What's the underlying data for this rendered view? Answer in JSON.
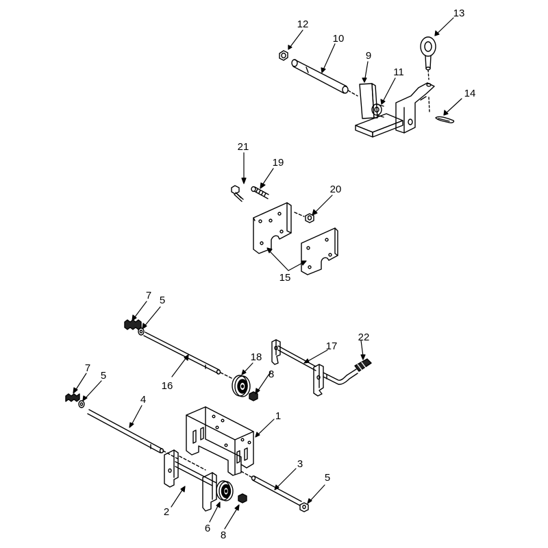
{
  "colors": {
    "ink": "#000000",
    "paper": "#ffffff",
    "shade": "#222222"
  },
  "callouts": {
    "c1": "1",
    "c2": "2",
    "c3": "3",
    "c4": "4",
    "c5a": "5",
    "c5b": "5",
    "c5c": "5",
    "c6": "6",
    "c7a": "7",
    "c7b": "7",
    "c8a": "8",
    "c8b": "8",
    "c9": "9",
    "c10": "10",
    "c11": "11",
    "c12": "12",
    "c13": "13",
    "c14": "14",
    "c15": "15",
    "c16": "16",
    "c17": "17",
    "c18": "18",
    "c19": "19",
    "c20": "20",
    "c21": "21",
    "c22": "22"
  }
}
